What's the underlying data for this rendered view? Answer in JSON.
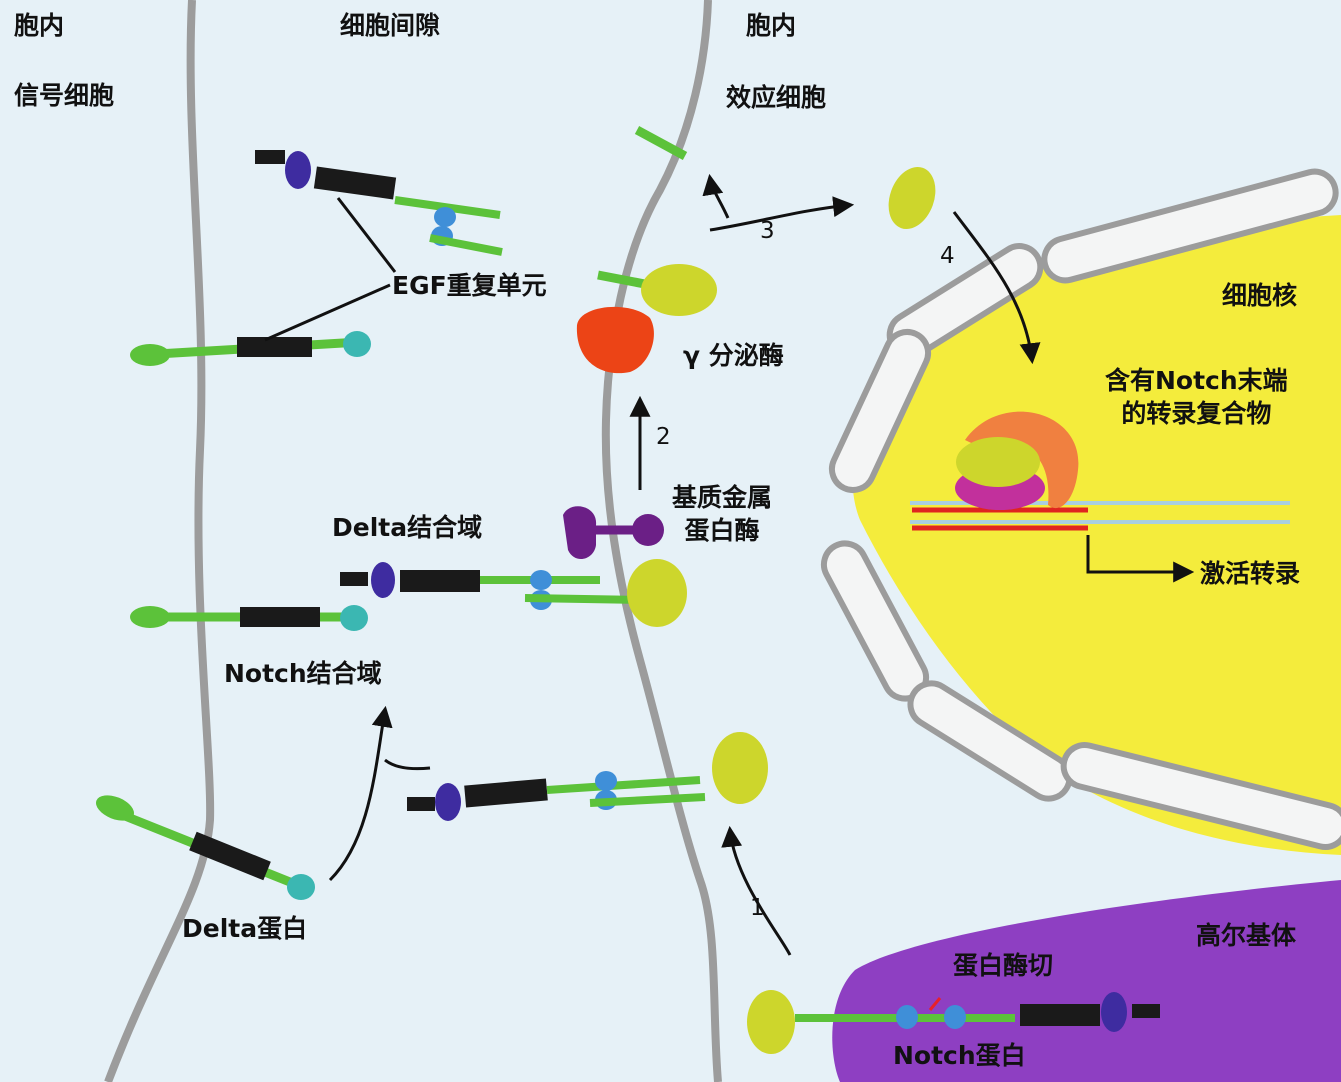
{
  "labels": {
    "intracellular_left": "胞内",
    "signal_cell": "信号细胞",
    "intercellular_space": "细胞间隙",
    "intracellular_right": "胞内",
    "effector_cell": "效应细胞",
    "egf_repeats": "EGF重复单元",
    "gamma_secretase": "γ 分泌酶",
    "metalloprotease_line1": "基质金属",
    "metalloprotease_line2": "蛋白酶",
    "delta_binding_domain": "Delta结合域",
    "notch_binding_domain": "Notch结合域",
    "delta_protein": "Delta蛋白",
    "nucleus": "细胞核",
    "transcription_complex_line1": "含有Notch末端",
    "transcription_complex_line2": "的转录复合物",
    "activate_transcription": "激活转录",
    "golgi": "高尔基体",
    "protease_cleavage": "蛋白酶切",
    "notch_protein": "Notch蛋白"
  },
  "steps": [
    "1",
    "2",
    "3",
    "4"
  ],
  "colors": {
    "background": "#e6f1f7",
    "membrane": "#9c9c9c",
    "nucleus": "#f4ec3c",
    "golgi": "#8e3fc2",
    "egf_black": "#1a1a1a",
    "stalk_green": "#5cc23a",
    "notch_head": "#c9d626",
    "blue_domain": "#3f8fd8",
    "purple_domain": "#3e2ca0",
    "teal_domain": "#3bb7b2",
    "gamma_secretase": "#ec4416",
    "metalloprotease": "#6b1f86",
    "cleavage_marker": "#e8202a"
  }
}
